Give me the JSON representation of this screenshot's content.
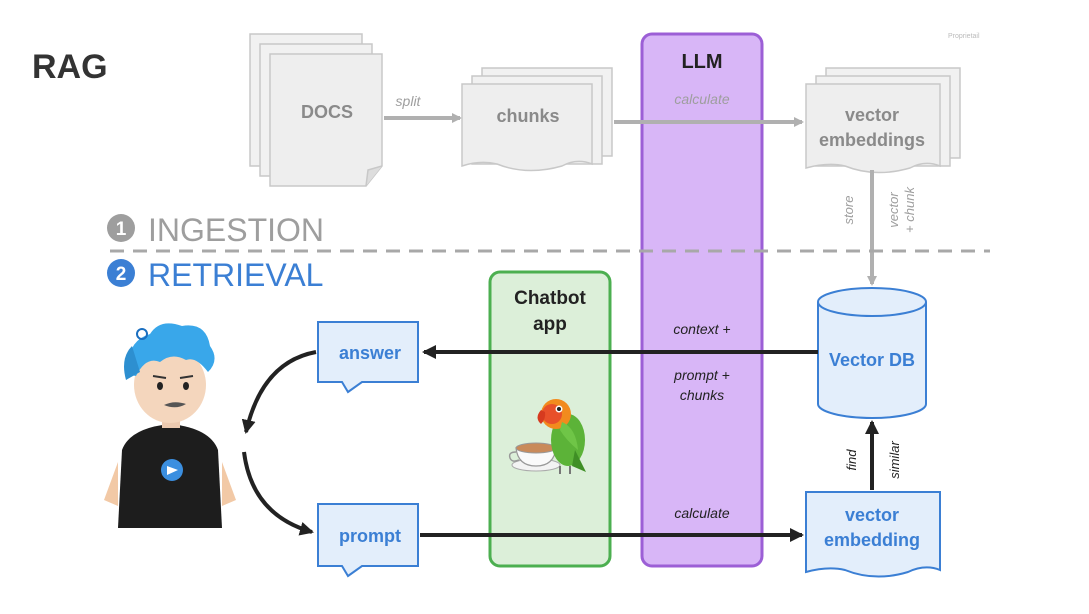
{
  "title": "RAG",
  "watermark": "Proprietail",
  "ingestion": {
    "step_number": "1",
    "label": "INGESTION",
    "docs_label": "DOCS",
    "split_label": "split",
    "chunks_label": "chunks",
    "calculate_label": "calculate",
    "embeddings_label_line1": "vector",
    "embeddings_label_line2": "embeddings",
    "store_label": "store",
    "vector_chunk_line1": "vector",
    "vector_chunk_line2": "+ chunk"
  },
  "retrieval": {
    "step_number": "2",
    "label": "RETRIEVAL",
    "answer_label": "answer",
    "prompt_label": "prompt",
    "chatbot_line1": "Chatbot",
    "chatbot_line2": "app",
    "context_label": "context +",
    "prompt_chunks_line1": "prompt +",
    "prompt_chunks_line2": "chunks",
    "calculate_label": "calculate",
    "vector_db_label": "Vector DB",
    "find_label": "find",
    "similar_label": "similar",
    "embedding_line1": "vector",
    "embedding_line2": "embedding"
  },
  "llm": {
    "label": "LLM"
  },
  "colors": {
    "gray_text": "#9e9e9e",
    "gray_arrow": "#b0b0b0",
    "blue": "#3b7fd4",
    "blue_fill": "#e3eefb",
    "green": "#4caf50",
    "green_fill": "#dcefd9",
    "purple": "#9c5fd6",
    "purple_fill": "#d8b6f7",
    "dark": "#222222"
  },
  "icons": {
    "user": "user-avatar-icon",
    "parrot": "parrot-with-tea-icon"
  }
}
